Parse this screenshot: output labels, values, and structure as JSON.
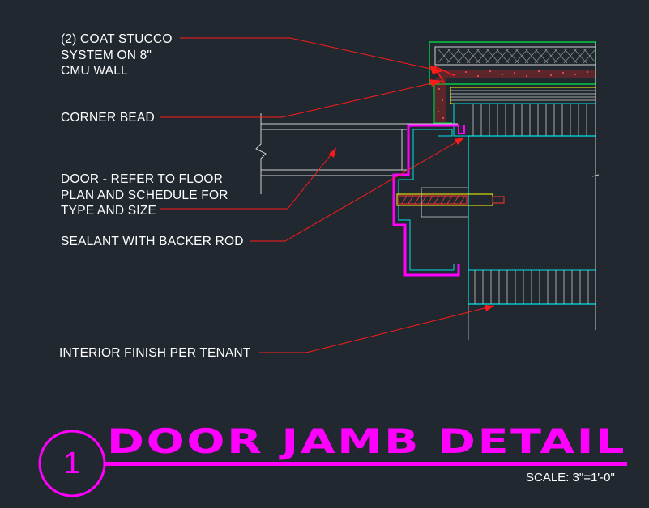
{
  "colors": {
    "background": "#212830",
    "leader": "#ff1a1a",
    "frame": "#ff00ff",
    "wall": "#00e5e5",
    "finish": "#ffff00",
    "stucco": "#00cc44",
    "text": "#ffffff"
  },
  "notes": {
    "stucco": "(2) COAT STUCCO\nSYSTEM ON 8\"\nCMU WALL",
    "corner_bead": "CORNER BEAD",
    "door": "DOOR - REFER TO FLOOR\nPLAN AND SCHEDULE FOR\nTYPE AND SIZE",
    "sealant": "SEALANT WITH BACKER ROD",
    "interior_finish": "INTERIOR FINISH PER TENANT"
  },
  "title": {
    "number": "1",
    "text": "DOOR JAMB DETAIL",
    "scale": "SCALE: 3\"=1'-0\""
  }
}
